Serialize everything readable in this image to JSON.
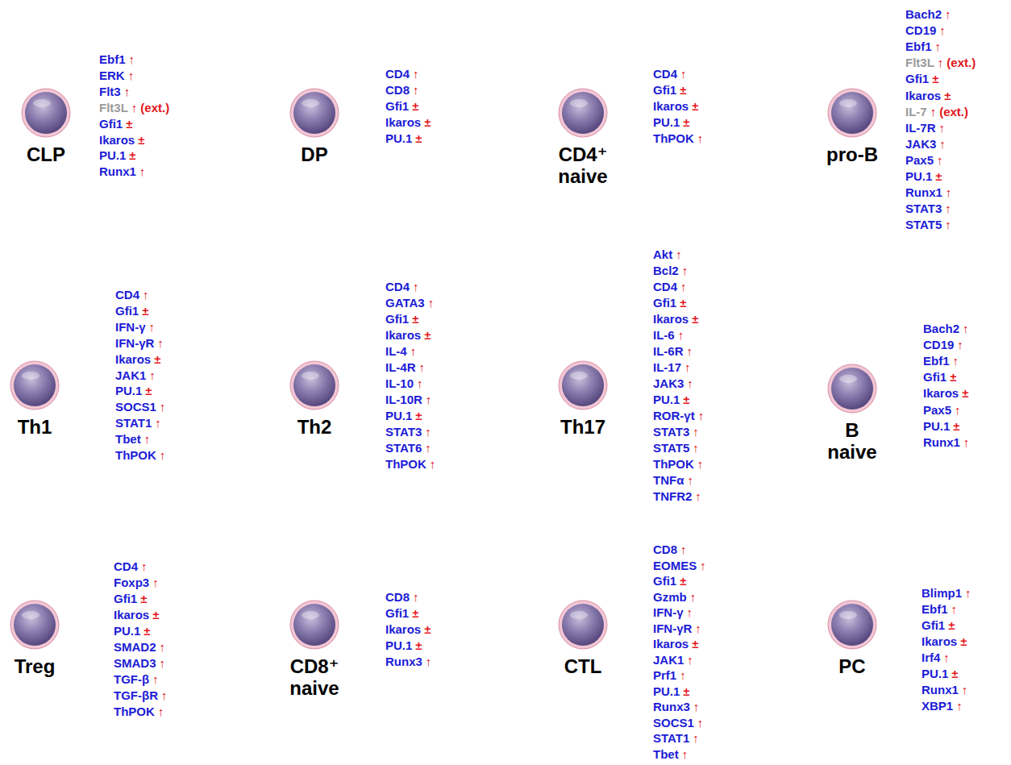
{
  "diagram": {
    "nodes": [
      {
        "text": [
          "CLP"
        ]
      },
      {
        "text": [
          "DP"
        ]
      },
      {
        "text": [
          "CD4⁺ naive"
        ]
      },
      {
        "text": [
          "pro-B"
        ]
      },
      {
        "text": [
          "Th1"
        ]
      },
      {
        "text": [
          "Th2"
        ]
      },
      {
        "text": [
          "Th17"
        ]
      },
      {
        "text": [
          "B naive"
        ]
      },
      {
        "text": [
          "Treg"
        ]
      },
      {
        "text": [
          "CD8⁺ naive"
        ]
      },
      {
        "text": [
          "CTL"
        ]
      },
      {
        "text": [
          "PC"
        ]
      }
    ],
    "labels": [
      "Ebf1",
      "↑",
      "ERK",
      "↑",
      "Flt3",
      "↑",
      "Flt3L",
      "↑",
      "(ext.)",
      "Gfi1",
      "±",
      "Ikaros",
      "±",
      "PU.1",
      "±",
      "Runx1",
      "↑",
      "CD4",
      "↑",
      "CD8",
      "↑",
      "Gfi1",
      "±",
      "Ikaros",
      "±",
      "PU.1",
      "±",
      "CD4",
      "↑",
      "Gfi1",
      "±",
      "Ikaros",
      "±",
      "PU.1",
      "±",
      "ThPOK",
      "↑",
      "Bach2",
      "↑",
      "CD19",
      "↑",
      "Ebf1",
      "↑",
      "Flt3L",
      "↑",
      "(ext.)",
      "Gfi1",
      "±",
      "Ikaros",
      "±",
      "IL-7",
      "↑",
      "(ext.)",
      "IL-7R",
      "↑",
      "JAK3",
      "↑",
      "Pax5",
      "↑",
      "PU.1",
      "±",
      "Runx1",
      "↑",
      "STAT3",
      "↑",
      "STAT5",
      "↑",
      "CD4",
      "↑",
      "Gfi1",
      "±",
      "IFN-γ",
      "↑",
      "IFN-γR",
      "↑",
      "Ikaros",
      "±",
      "JAK1",
      "↑",
      "PU.1",
      "±",
      "SOCS1",
      "↑",
      "STAT1",
      "↑",
      "Tbet",
      "↑",
      "ThPOK",
      "↑",
      "CD4",
      "↑",
      "GATA3",
      "↑",
      "Gfi1",
      "±",
      "Ikaros",
      "±",
      "IL-4",
      "↑",
      "IL-4R",
      "↑",
      "IL-10",
      "↑",
      "IL-10R",
      "↑",
      "PU.1",
      "±",
      "STAT3",
      "↑",
      "STAT6",
      "↑",
      "ThPOK",
      "↑",
      "Akt",
      "↑",
      "Bcl2",
      "↑",
      "CD4",
      "↑",
      "Gfi1",
      "±",
      "Ikaros",
      "±",
      "IL-6",
      "↑",
      "IL-6R",
      "↑",
      "IL-17",
      "↑",
      "JAK3",
      "↑",
      "PU.1",
      "±",
      "ROR-γt",
      "↑",
      "STAT3",
      "↑",
      "STAT5",
      "↑",
      "ThPOK",
      "↑",
      "TNFα",
      "↑",
      "TNFR2",
      "↑",
      "Bach2",
      "↑",
      "CD19",
      "↑",
      "Ebf1",
      "↑",
      "Gfi1",
      "±",
      "Ikaros",
      "±",
      "Pax5",
      "↑",
      "PU.1",
      "±",
      "Runx1",
      "↑",
      "CD4",
      "↑",
      "Foxp3",
      "↑",
      "Gfi1",
      "±",
      "Ikaros",
      "±",
      "PU.1",
      "±",
      "SMAD2",
      "↑",
      "SMAD3",
      "↑",
      "TGF-β",
      "↑",
      "TGF-βR",
      "↑",
      "ThPOK",
      "↑",
      "CD8",
      "↑",
      "Gfi1",
      "±",
      "Ikaros",
      "±",
      "PU.1",
      "±",
      "Runx3",
      "↑",
      "CD8",
      "↑",
      "EOMES",
      "↑",
      "Gfi1",
      "±",
      "Gzmb",
      "↑",
      "IFN-γ",
      "↑",
      "IFN-γR",
      "↑",
      "Ikaros",
      "±",
      "JAK1",
      "↑",
      "Prf1",
      "↑",
      "PU.1",
      "±",
      "Runx3",
      "↑",
      "SOCS1",
      "↑",
      "STAT1",
      "↑",
      "Tbet",
      "↑",
      "Blimp1",
      "↑",
      "Ebf1",
      "↑",
      "Gfi1",
      "±",
      "Ikaros",
      "±",
      "Irf4",
      "↑",
      "PU.1",
      "±",
      "Runx1",
      "↑",
      "XBP1",
      "↑"
    ]
  }
}
